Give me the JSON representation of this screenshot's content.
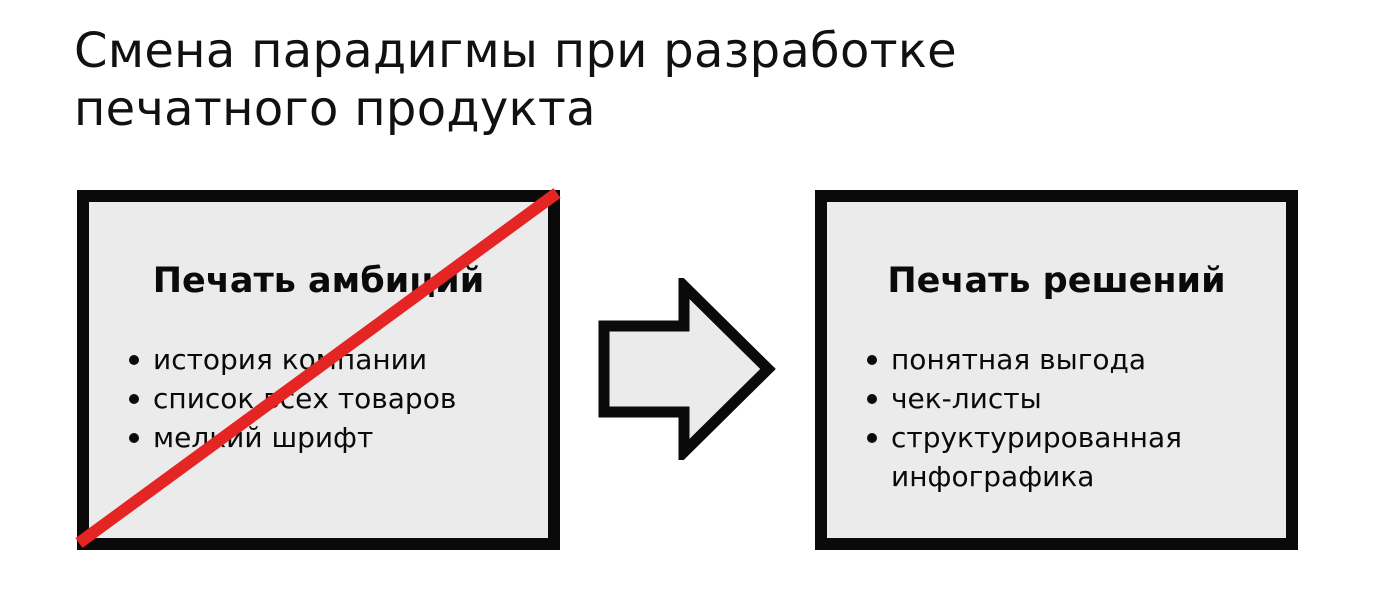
{
  "title": {
    "line1": "Смена парадигмы при разработке",
    "line2": "печатного продукта"
  },
  "left_card": {
    "heading": "Печать амбиций",
    "items": [
      "история компании",
      "список всех товаров",
      "мелкий шрифт"
    ],
    "status": "crossed-out"
  },
  "right_card": {
    "heading": "Печать решений",
    "items": [
      "понятная выгода",
      "чек-листы",
      "структурированная",
      "инфографика"
    ]
  },
  "colors": {
    "strike": "#e52424",
    "border": "#0a0a0a",
    "card_fill": "#ebebeb",
    "arrow_fill": "#ebebeb"
  },
  "icons": {
    "arrow": "right-arrow-icon",
    "strike": "strike-through-line"
  }
}
